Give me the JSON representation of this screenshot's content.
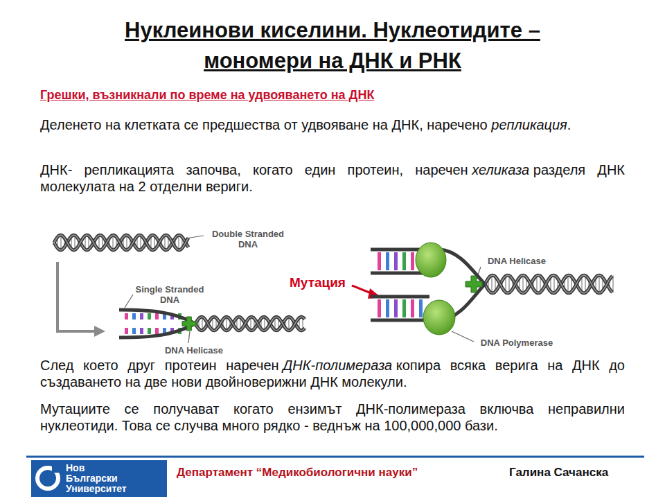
{
  "diagram": {
    "title": "Нуклеинови киселини. Нуклеотидите – мономери на ДНК и РНК",
    "nodes": [
      {
        "text": [
          "Нов Български Университет"
        ]
      }
    ],
    "labels": [
      "Грешки, възникнали по време на удвояването на ДНК",
      "Деленето на клетката се предшества от удвояване на ДНК, наречено",
      "репликация",
      ".",
      "ДНК- репликацията започва, когато един протеин, наречен",
      "хеликаза",
      "разделя ДНК молекулата на 2 отделни вериги.",
      "Double Stranded DNA",
      "Single Stranded DNA",
      "DNA Helicase",
      "Мутация",
      "DNA Helicase",
      "DNA Polymerase",
      "След което друг протеин наречен",
      "ДНК-полимераза",
      "копира всяка верига на ДНК до създаването на две нови двойноверижни ДНК молекули.",
      "Мутациите се получават когато ензимът ДНК-полимераза включва неправилни нуклеотиди. Това се случва много рядко - веднъж на 100,000,000 бази.",
      "Департамент “Медикобиологични науки”",
      "Галина Сачанска"
    ]
  }
}
